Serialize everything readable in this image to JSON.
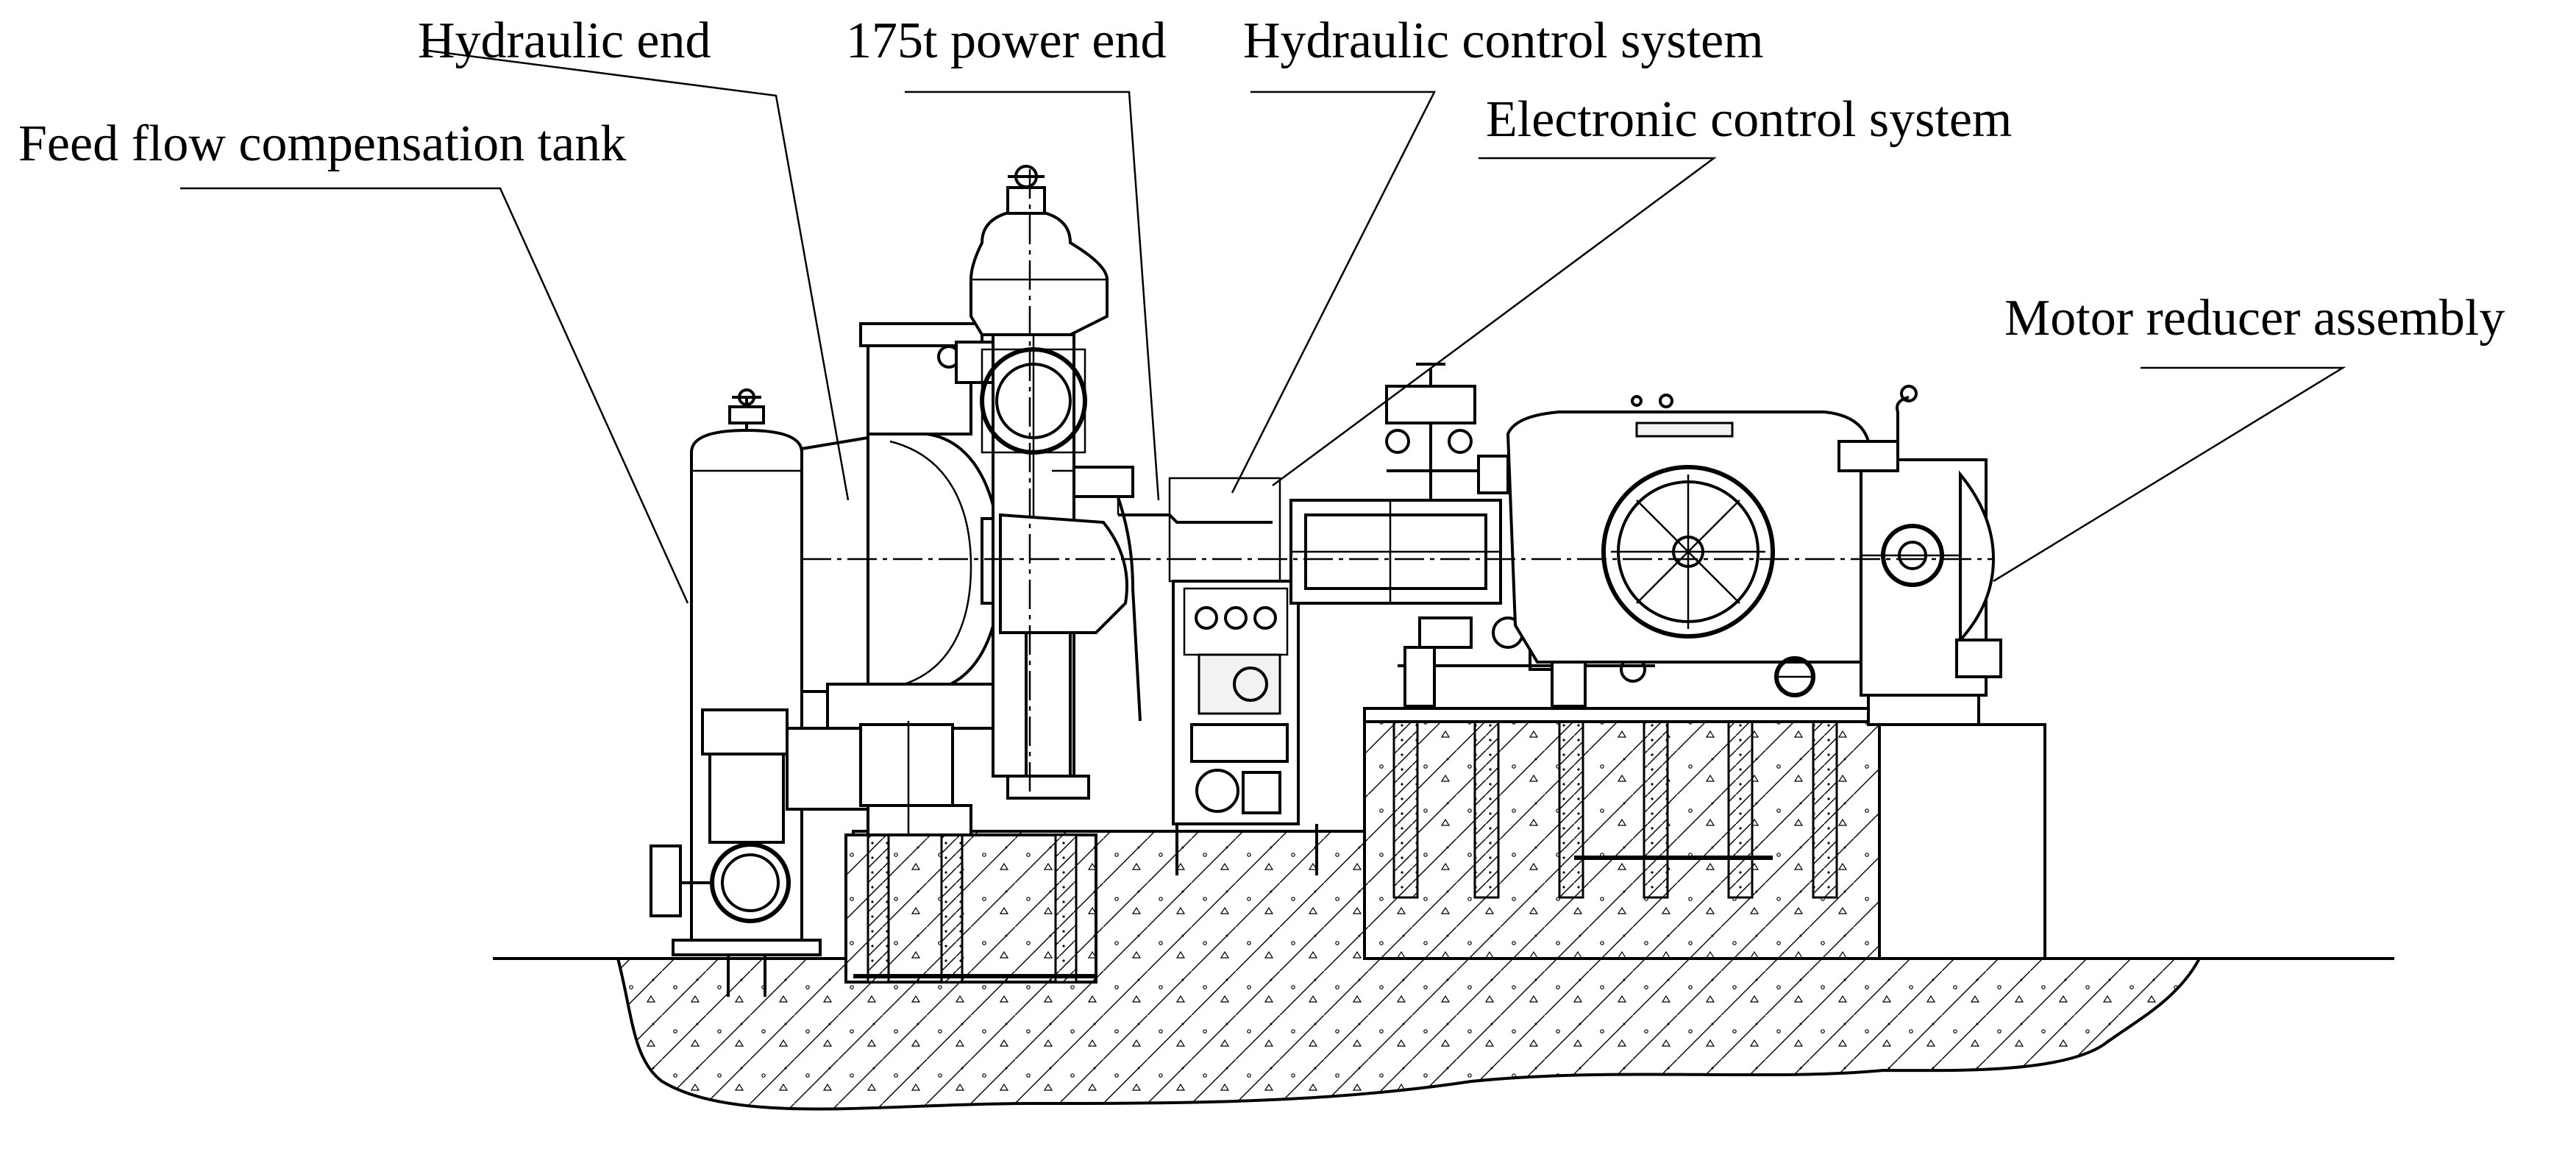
{
  "labels": {
    "hydraulic_end": "Hydraulic end",
    "power_end": "175t power end",
    "hydraulic_control": "Hydraulic control system",
    "electronic_control": "Electronic control system",
    "feed_tank": "Feed flow compensation tank",
    "motor_reducer": "Motor reducer assembly"
  },
  "colors": {
    "line": "#000000",
    "background": "#ffffff"
  }
}
